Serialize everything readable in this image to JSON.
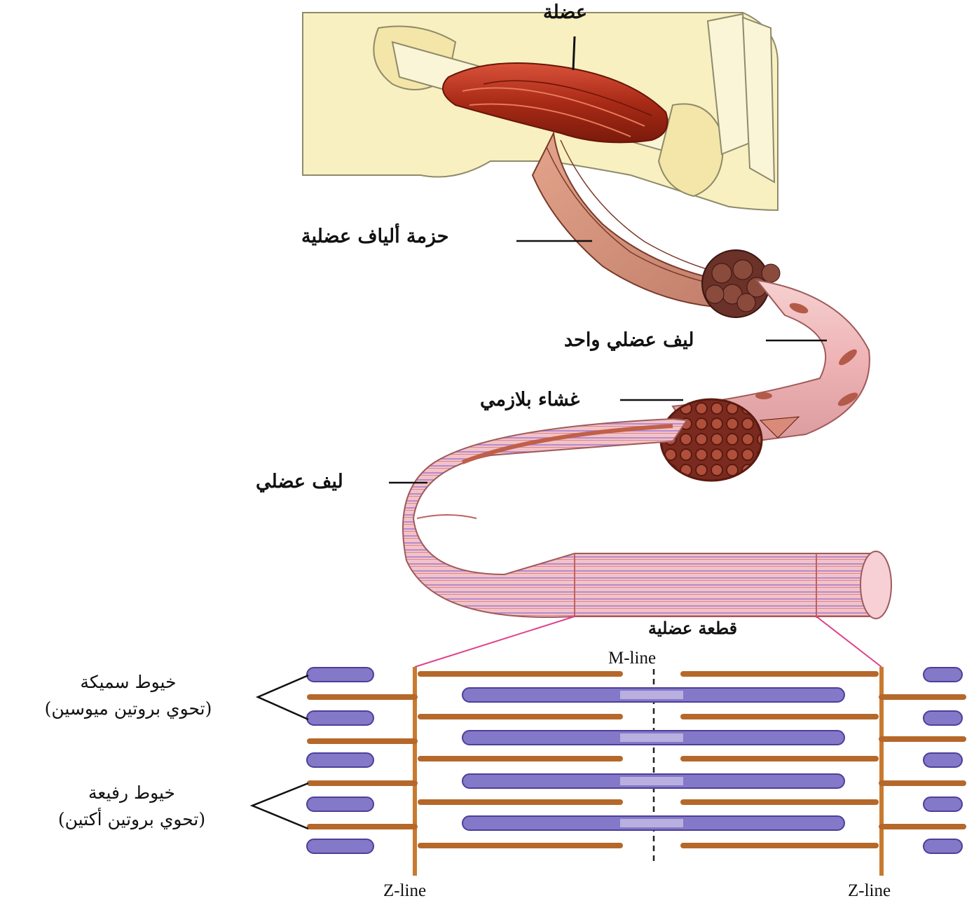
{
  "labels": {
    "muscle": "عضلة",
    "fascicle": "حزمة ألياف عضلية",
    "single_fiber": "ليف عضلي واحد",
    "membrane": "غشاء بلازمي",
    "myofibril": "ليف عضلي",
    "sarcomere": "قطعة عضلية",
    "m_line": "M-line",
    "z_line_left": "Z-line",
    "z_line_right": "Z-line",
    "thick_title": "خيوط سميكة",
    "thick_sub": "(تحوي بروتين ميوسين)",
    "thin_title": "خيوط رفيعة",
    "thin_sub": "(تحوي بروتين أكتين)"
  },
  "colors": {
    "muscle": "#b8321c",
    "bone": "#f7eeb8",
    "fiber_pink": "#f0b8b8",
    "actin": "#b5682a",
    "myosin": "#7b6ec0",
    "zline": "#c87a30",
    "connector": "#e0408a"
  }
}
